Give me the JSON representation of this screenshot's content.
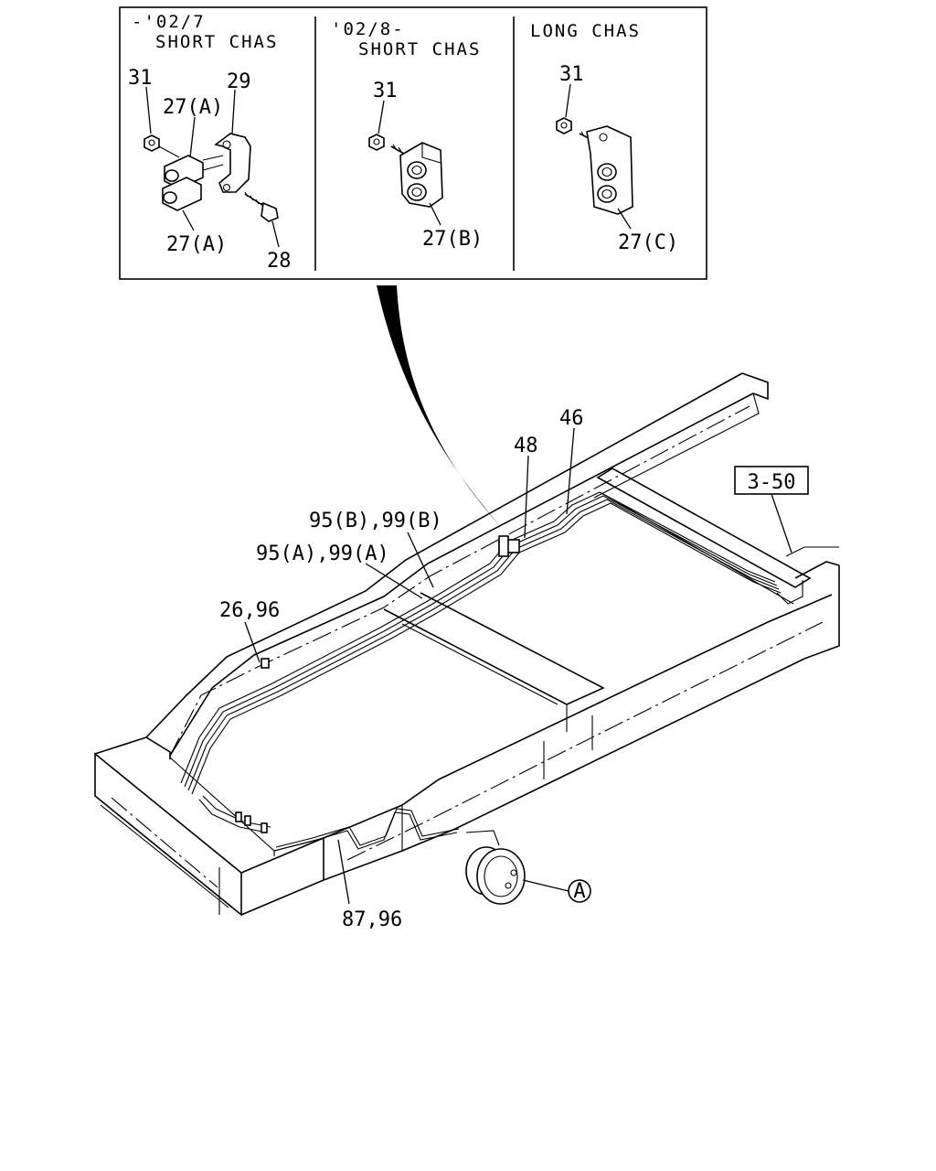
{
  "inset": {
    "panels": [
      {
        "header_line1": "-'02/7",
        "header_line2": "SHORT CHAS"
      },
      {
        "header_line1": "'02/8-",
        "header_line2": "SHORT CHAS"
      },
      {
        "header_line1": "LONG CHAS",
        "header_line2": ""
      }
    ],
    "callouts": {
      "p1_31": "31",
      "p1_29": "29",
      "p1_27a_top": "27(A)",
      "p1_27a_bottom": "27(A)",
      "p1_28": "28",
      "p2_31": "31",
      "p2_27b": "27(B)",
      "p3_31": "31",
      "p3_27c": "27(C)"
    }
  },
  "main": {
    "callouts": {
      "c46": "46",
      "c48": "48",
      "c95b99b": "95(B),99(B)",
      "c95a99a": "95(A),99(A)",
      "c2696": "26,96",
      "c8796": "87,96",
      "ref_box": "3-50",
      "ref_a": "A"
    }
  }
}
